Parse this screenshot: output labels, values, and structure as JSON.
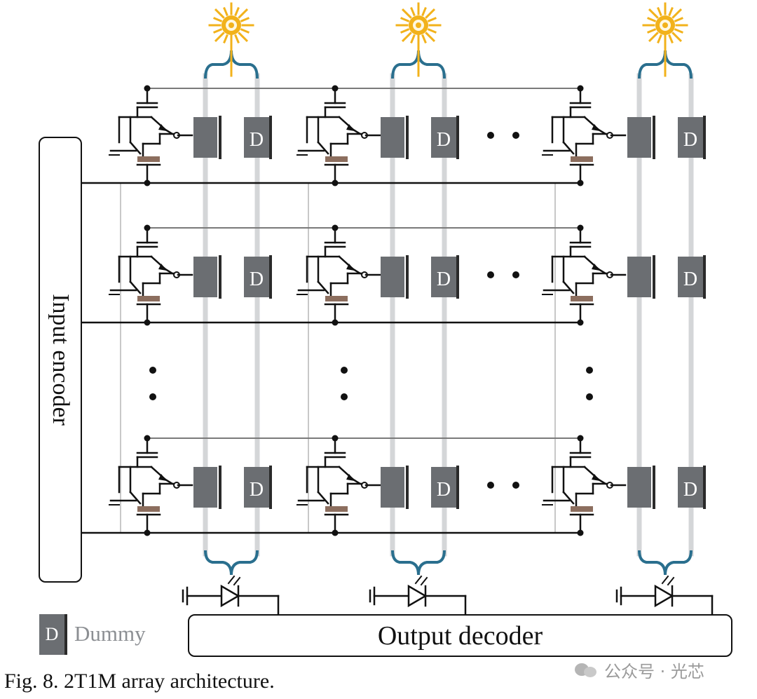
{
  "encoder": {
    "label": "Input encoder"
  },
  "decoder": {
    "label": "Output decoder"
  },
  "legend": {
    "symbol": "D",
    "label": "Dummy"
  },
  "cell": {
    "dummy_letter": "D"
  },
  "caption": "Fig. 8. 2T1M array architecture.",
  "watermark": {
    "text": "公众号 · 光芯"
  },
  "colors": {
    "memristor": "#6b6e72",
    "memristor_edge": "#2a2a2a",
    "waveguide": "#d4d6d8",
    "coupler": "#2a6f8e",
    "sun": "#f2b21b",
    "channel": "#8c6e5e",
    "wire": "#111111"
  },
  "icons": [
    "sun-light-source-icon",
    "photodiode-icon",
    "ground-icon",
    "transistor-icon",
    "wave-bracket-icon"
  ]
}
